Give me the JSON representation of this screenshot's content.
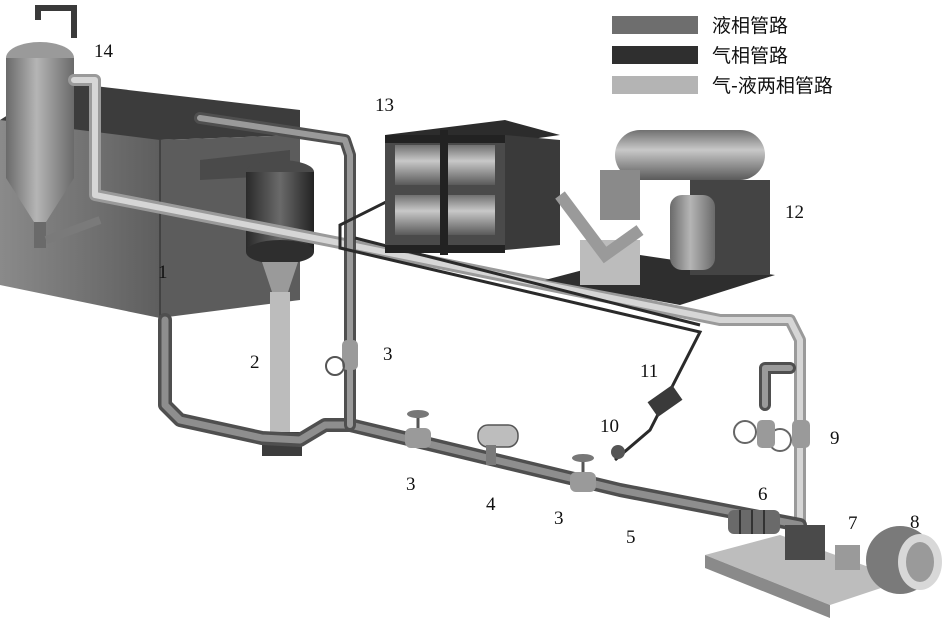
{
  "legend": {
    "items": [
      {
        "label": "液相管路",
        "color": "#6e6e6e"
      },
      {
        "label": "气相管路",
        "color": "#2f2f2f"
      },
      {
        "label": "气-液两相管路",
        "color": "#b4b4b4"
      }
    ]
  },
  "labels": {
    "n1": "1",
    "n2": "2",
    "n3a": "3",
    "n3b": "3",
    "n3c": "3",
    "n4": "4",
    "n5": "5",
    "n6": "6",
    "n7": "7",
    "n8": "8",
    "n9": "9",
    "n10": "10",
    "n11": "11",
    "n12": "12",
    "n13": "13",
    "n14": "14"
  },
  "colors": {
    "liquid_pipe": "#6e6e6e",
    "gas_pipe": "#2f2f2f",
    "two_phase_pipe": "#b4b4b4",
    "tank": "#7a7a7a",
    "metal_light": "#c8c8c8",
    "metal_dark": "#3a3a3a"
  }
}
